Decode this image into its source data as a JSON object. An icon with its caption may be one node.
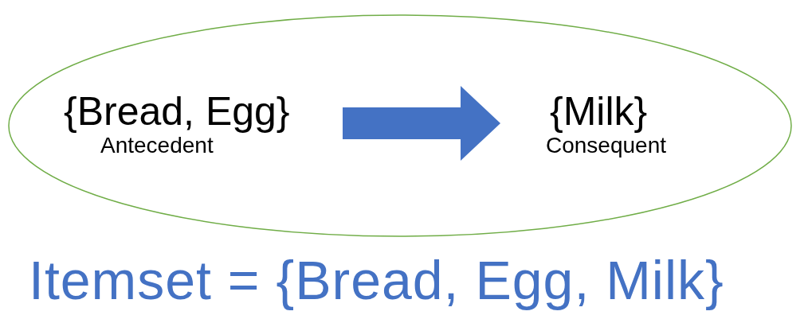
{
  "diagram": {
    "nodes": [
      {
        "text": [],
        "shape": "ellipse"
      },
      {
        "text": [
          "{Bread, Egg}",
          "Antecedent"
        ],
        "in": 0
      },
      {
        "text": [
          "{Milk}",
          "Consequent"
        ],
        "in": 0
      }
    ],
    "edges": [
      {
        "from": 1,
        "to": 2,
        "arrow": "to",
        "color": "#4472c4"
      }
    ],
    "labels": [
      "Itemset = {Bread, Egg, Milk}"
    ]
  }
}
